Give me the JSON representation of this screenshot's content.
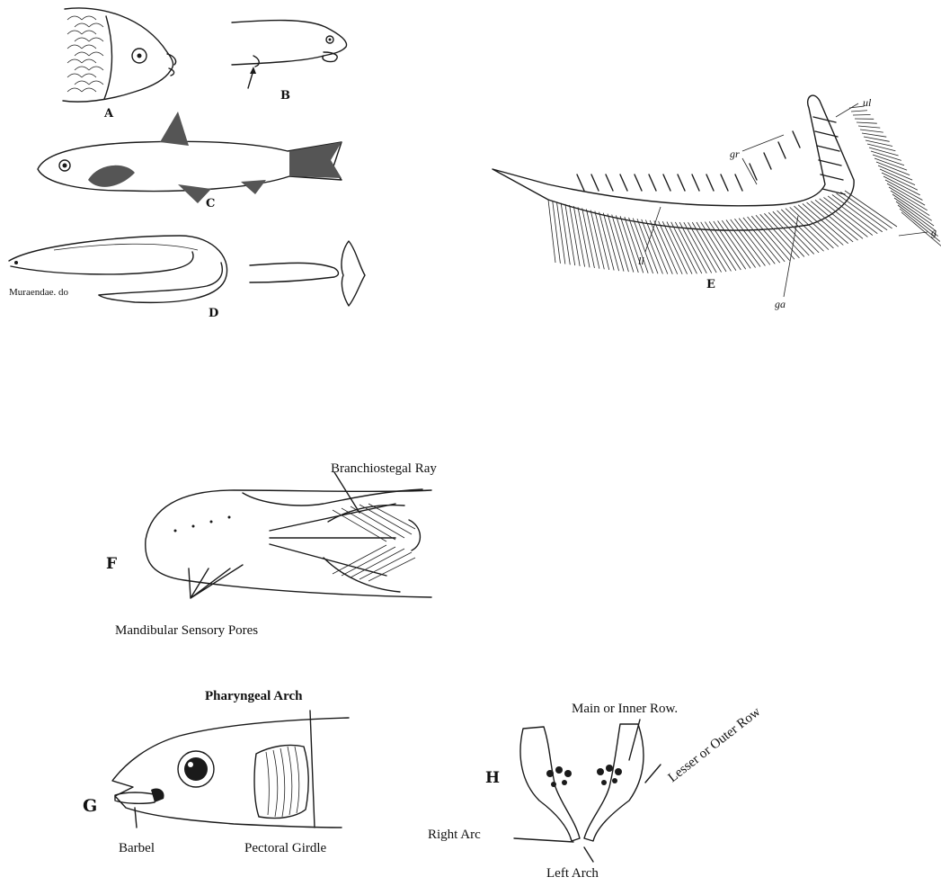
{
  "panels": {
    "a": {
      "letter": "A"
    },
    "b": {
      "letter": "B"
    },
    "c": {
      "letter": "C"
    },
    "d": {
      "letter": "D",
      "caption": "Muraendae. do"
    },
    "e": {
      "letter": "E",
      "labels": {
        "ul": "ul",
        "gr": "gr",
        "g": "g",
        "ll": "ll",
        "ga": "ga"
      }
    },
    "f": {
      "letter": "F",
      "labels": {
        "branchiostegal_ray": "Branchiostegal Ray",
        "mandibular_pores": "Mandibular Sensory Pores"
      }
    },
    "g": {
      "letter": "G",
      "labels": {
        "pharyngeal_arch": "Pharyngeal Arch",
        "barbel": "Barbel",
        "pectoral_girdle": "Pectoral Girdle"
      }
    },
    "h": {
      "letter": "H",
      "labels": {
        "main_row": "Main or Inner Row.",
        "outer_row": "Lesser or Outer Row",
        "right_arc": "Right Arc",
        "left_arch": "Left Arch"
      }
    }
  }
}
